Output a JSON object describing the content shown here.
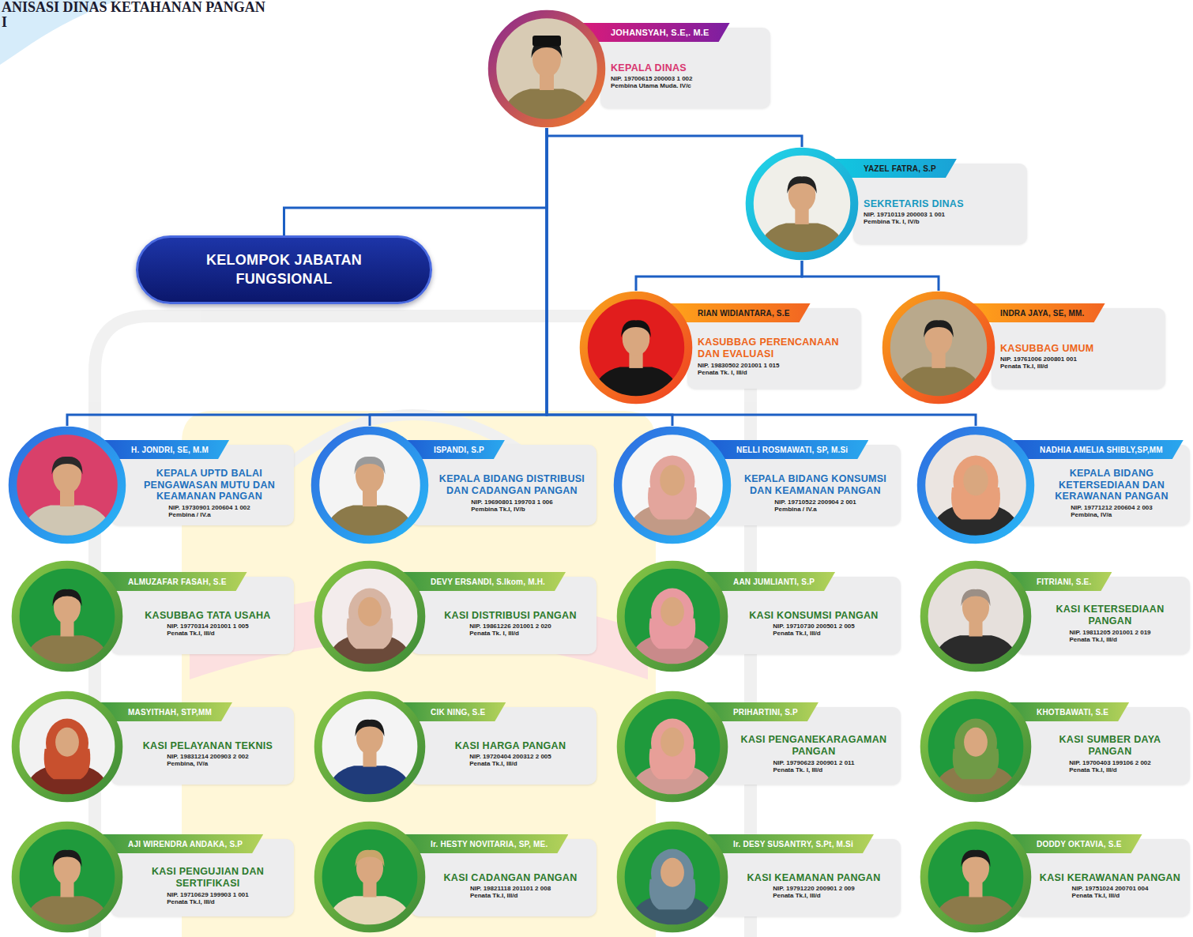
{
  "diagram": {
    "title": "ANISASI DINAS KETAHANAN PANGAN",
    "nodes": [
      {
        "text": [
          "JOHANSYAH, S.E,. M.E",
          "KEPALA DINAS",
          "NIP. 19700615 200003 1 002",
          "Pembina Utama Muda. IV/c"
        ]
      },
      {
        "text": [
          "YAZEL FATRA, S.P",
          "SEKRETARIS DINAS",
          "NIP. 19710119 200003 1 001",
          "Pembina Tk. I, IV/b"
        ]
      },
      {
        "text": [
          "KELOMPOK JABATAN FUNGSIONAL"
        ]
      },
      {
        "text": [
          "RIAN WIDIANTARA, S.E",
          "KASUBBAG PERENCANAAN DAN EVALUASI",
          "NIP. 19830502 201001 1 015",
          "Penata Tk. I, III/d"
        ]
      },
      {
        "text": [
          "INDRA JAYA, SE, MM.",
          "KASUBBAG UMUM",
          "NIP. 19761006 200801 001",
          "Penata Tk.I, III/d"
        ]
      },
      {
        "text": [
          "H. JONDRI, SE, M.M",
          "KEPALA UPTD BALAI PENGAWASAN MUTU DAN KEAMANAN PANGAN",
          "NIP. 19730901 200604 1 002",
          "Pembina / IV.a"
        ]
      },
      {
        "text": [
          "ISPANDI, S.P",
          "KEPALA BIDANG DISTRIBUSI DAN CADANGAN PANGAN",
          "NIP. 19690801 199703 1 006",
          "Pembina Tk.I, IV/b"
        ]
      },
      {
        "text": [
          "NELLI ROSMAWATI, SP, M.Si",
          "KEPALA BIDANG KONSUMSI DAN KEAMANAN PANGAN",
          "NIP. 19710522 200904 2 001",
          "Pembina / IV.a"
        ]
      },
      {
        "text": [
          "NADHIA AMELIA SHIBLY,SP,MM",
          "KEPALA BIDANG KETERSEDIAAN DAN KERAWANAN PANGAN",
          "NIP. 19771212 200604 2 003",
          "Pembina, IV/a"
        ]
      },
      {
        "text": [
          "ALMUZAFAR FASAH, S.E",
          "KASUBBAG TATA USAHA",
          "NIP. 19770314 201001 1 005",
          "Penata Tk.I, III/d"
        ]
      },
      {
        "text": [
          "DEVY ERSANDI, S.Ikom, M.H.",
          "KASI DISTRIBUSI PANGAN",
          "NIP. 19861226 201001 2 020",
          "Penata Tk. I, III/d"
        ]
      },
      {
        "text": [
          "AAN JUMLIANTI, S.P",
          "KASI KONSUMSI PANGAN",
          "NIP. 19710730 200501 2 005",
          "Penata Tk.I, III/d"
        ]
      },
      {
        "text": [
          "FITRIANI, S.E.",
          "KASI KETERSEDIAAN PANGAN",
          "NIP. 19811205 201001 2 019",
          "Penata Tk.I, III/d"
        ]
      },
      {
        "text": [
          "MASYITHAH, STP,MM",
          "KASI PELAYANAN TEKNIS",
          "NIP. 19831214 200903 2 002",
          "Pembina, IV/a"
        ]
      },
      {
        "text": [
          "CIK NING, S.E",
          "KASI HARGA PANGAN",
          "NIP. 19720404 200312 2 005",
          "Penata Tk.I, III/d"
        ]
      },
      {
        "text": [
          "PRIHARTINI, S.P",
          "KASI PENGANEKARAGAMAN PANGAN",
          "NIP. 19790623 200901 2 011",
          "Penata Tk. I, III/d"
        ]
      },
      {
        "text": [
          "KHOTBAWATI, S.E",
          "KASI SUMBER DAYA PANGAN",
          "NIP. 19700403 199106 2 002",
          "Penata Tk.I, III/d"
        ]
      },
      {
        "text": [
          "AJI WIRENDRA ANDAKA, S.P",
          "KASI PENGUJIAN DAN SERTIFIKASI",
          "NIP. 19710629 199903 1 001",
          "Penata Tk.I, III/d"
        ]
      },
      {
        "text": [
          "Ir. HESTY NOVITARIA, SP, ME.",
          "KASI CADANGAN PANGAN",
          "NIP. 19821118 201101 2 008",
          "Penata Tk.I, III/d"
        ]
      },
      {
        "text": [
          "Ir. DESY SUSANTRY, S.Pt, M.Si",
          "KASI KEAMANAN PANGAN",
          "NIP. 19791220 200901 2 009",
          "Penata Tk.I, III/d"
        ]
      },
      {
        "text": [
          "DODDY OKTAVIA, S.E",
          "KASI KERAWANAN PANGAN",
          "NIP. 19751024 200701 004",
          "Penata Tk.I, III/d"
        ]
      }
    ],
    "edges": [
      {
        "from": 0,
        "to": 1,
        "arrow": "none"
      },
      {
        "from": 0,
        "to": 2,
        "arrow": "none"
      },
      {
        "from": 1,
        "to": 3,
        "arrow": "none"
      },
      {
        "from": 1,
        "to": 4,
        "arrow": "none"
      },
      {
        "from": 0,
        "to": 5,
        "arrow": "none"
      },
      {
        "from": 0,
        "to": 6,
        "arrow": "none"
      },
      {
        "from": 0,
        "to": 7,
        "arrow": "none"
      },
      {
        "from": 0,
        "to": 8,
        "arrow": "none"
      }
    ],
    "labels": [
      "I"
    ]
  }
}
